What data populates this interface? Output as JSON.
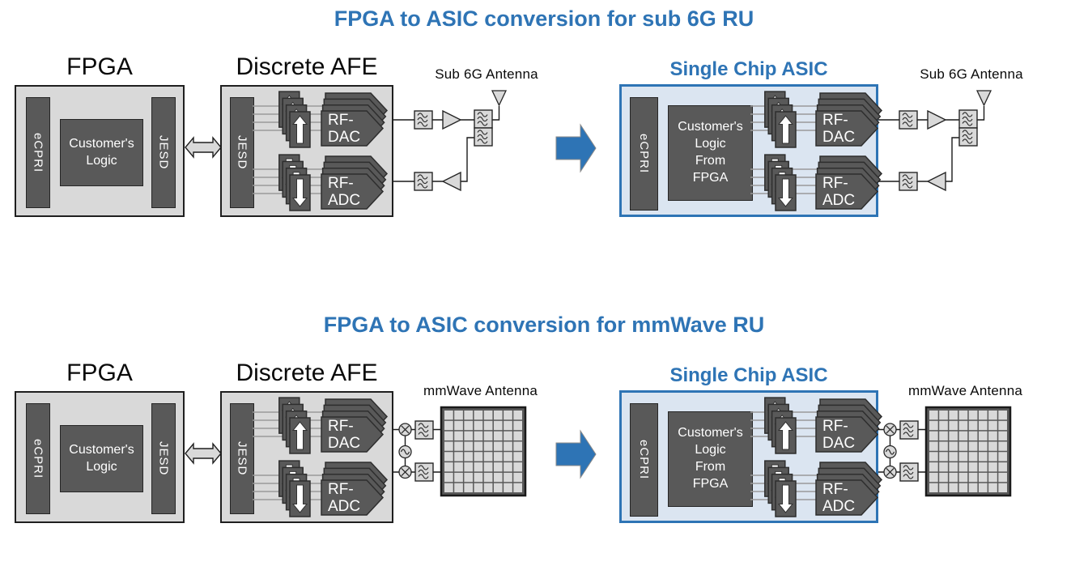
{
  "colors": {
    "accent_blue": "#2E74B5",
    "asic_fill": "#DBE5F1",
    "box_gray": "#D9D9D9",
    "block_dark_gray": "#595959"
  },
  "antenna_array": {
    "rows": 8,
    "cols": 8
  },
  "sections": [
    {
      "title": "FPGA to ASIC conversion for sub 6G RU",
      "fpga": {
        "label": "FPGA",
        "ecpri": "eCPRI",
        "logic": "Customer's Logic",
        "jesd": "JESD"
      },
      "afe": {
        "label": "Discrete AFE",
        "jesd": "JESD",
        "rf_dac_l1": "RF-",
        "rf_dac_l2": "DAC",
        "rf_adc_l1": "RF-",
        "rf_adc_l2": "ADC"
      },
      "asic": {
        "label": "Single Chip ASIC",
        "ecpri": "eCPRI",
        "logic_lines": [
          "Customer's",
          "Logic",
          "From",
          "FPGA"
        ],
        "rf_dac_l1": "RF-",
        "rf_dac_l2": "DAC",
        "rf_adc_l1": "RF-",
        "rf_adc_l2": "ADC"
      },
      "antenna_label": "Sub 6G Antenna"
    },
    {
      "title": "FPGA to ASIC conversion for mmWave RU",
      "fpga": {
        "label": "FPGA",
        "ecpri": "eCPRI",
        "logic": "Customer's Logic",
        "jesd": "JESD"
      },
      "afe": {
        "label": "Discrete AFE",
        "jesd": "JESD",
        "rf_dac_l1": "RF-",
        "rf_dac_l2": "DAC",
        "rf_adc_l1": "RF-",
        "rf_adc_l2": "ADC"
      },
      "asic": {
        "label": "Single Chip ASIC",
        "ecpri": "eCPRI",
        "logic_lines": [
          "Customer's",
          "Logic",
          "From",
          "FPGA"
        ],
        "rf_dac_l1": "RF-",
        "rf_dac_l2": "DAC",
        "rf_adc_l1": "RF-",
        "rf_adc_l2": "ADC"
      },
      "antenna_label": "mmWave Antenna"
    }
  ]
}
